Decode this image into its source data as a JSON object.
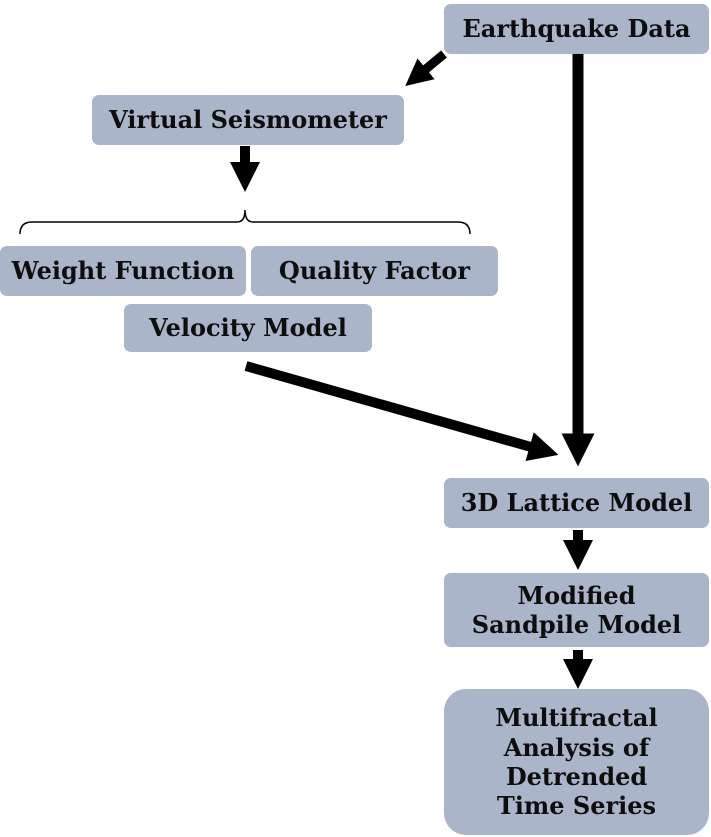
{
  "nodes": {
    "earthquake_data": "Earthquake Data",
    "virtual_seismometer": "Virtual Seismometer",
    "weight_function": "Weight Function",
    "quality_factor": "Quality Factor",
    "velocity_model": "Velocity Model",
    "lattice_model": "3D Lattice Model",
    "modified_sandpile": [
      "Modified",
      "Sandpile Model"
    ],
    "multifractal": [
      "Multifractal",
      "Analysis of",
      "Detrended",
      "Time Series"
    ]
  },
  "colors": {
    "box_fill": "#aab5c9",
    "arrow": "#000000",
    "text": "#0d0d0d"
  }
}
